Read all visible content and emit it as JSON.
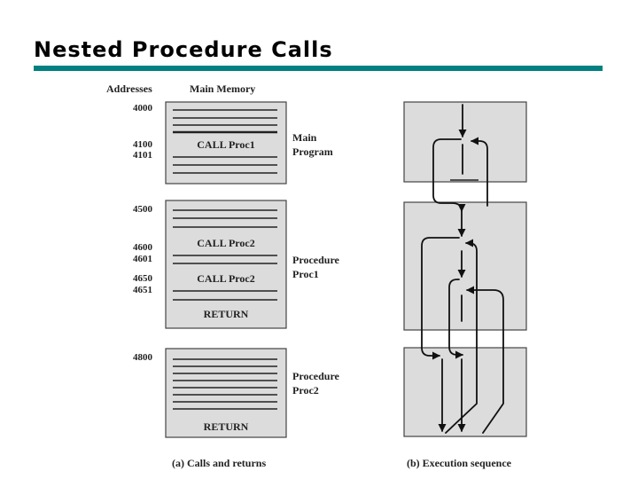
{
  "title": "Nested Procedure Calls",
  "accent_color": "#008080",
  "memory": {
    "addresses_header": "Addresses",
    "memory_header": "Main Memory",
    "addresses": {
      "a4000": "4000",
      "a4100": "4100",
      "a4101": "4101",
      "a4500": "4500",
      "a4600": "4600",
      "a4601": "4601",
      "a4650": "4650",
      "a4651": "4651",
      "a4800": "4800"
    },
    "instructions": {
      "call_proc1": "CALL Proc1",
      "call_proc2_a": "CALL Proc2",
      "call_proc2_b": "CALL Proc2",
      "return_proc1": "RETURN",
      "return_proc2": "RETURN"
    },
    "segments": {
      "main_line1": "Main",
      "main_line2": "Program",
      "proc1_line1": "Procedure",
      "proc1_line2": "Proc1",
      "proc2_line1": "Procedure",
      "proc2_line2": "Proc2"
    }
  },
  "captions": {
    "calls_and_returns": "(a) Calls and returns",
    "execution_sequence": "(b) Execution sequence"
  }
}
